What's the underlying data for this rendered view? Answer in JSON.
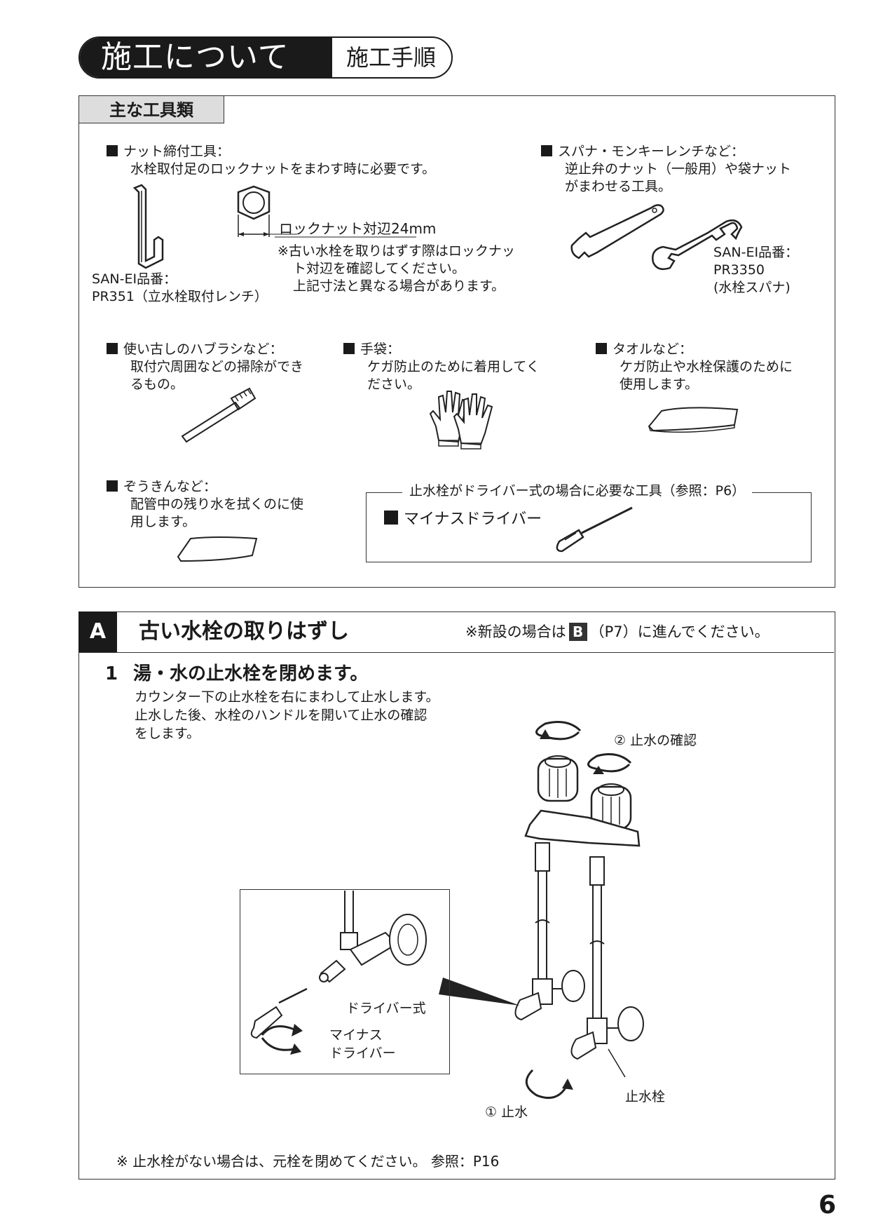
{
  "header": {
    "title": "施工について",
    "subtitle": "施工手順"
  },
  "tools": {
    "tab_label": "主な工具類",
    "nut_tool": {
      "title": "ナット締付工具：",
      "desc": "水栓取付足のロックナットをまわす時に必要です。",
      "san_ei_label": "SAN-EI品番：",
      "model": "PR351（立水栓取付レンチ）",
      "locknut_size": "ロックナット対辺24mm",
      "note_line1": "※古い水栓を取りはずす際はロックナッ",
      "note_line2": "ト対辺を確認してください。",
      "note_line3": "上記寸法と異なる場合があります。"
    },
    "spanner": {
      "title": "スパナ・モンキーレンチなど：",
      "desc_line1": "逆止弁のナット（一般用）や袋ナット",
      "desc_line2": "がまわせる工具。",
      "san_ei_label": "SAN-EI品番：",
      "model": "PR3350",
      "model_desc": "(水栓スパナ)"
    },
    "brush": {
      "title": "使い古しのハブラシなど：",
      "desc_line1": "取付穴周囲などの掃除ができ",
      "desc_line2": "るもの。"
    },
    "gloves": {
      "title": "手袋：",
      "desc_line1": "ケガ防止のために着用してく",
      "desc_line2": "ださい。"
    },
    "towel": {
      "title": "タオルなど：",
      "desc_line1": "ケガ防止や水栓保護のために",
      "desc_line2": "使用します。"
    },
    "rag": {
      "title": "ぞうきんなど：",
      "desc_line1": "配管中の残り水を拭くのに使",
      "desc_line2": "用します。"
    },
    "driver_box": {
      "legend": "止水栓がドライバー式の場合に必要な工具（参照：P6）",
      "item": "マイナスドライバー"
    }
  },
  "section_a": {
    "badge": "A",
    "title": "古い水栓の取りはずし",
    "note_prefix": "※新設の場合は",
    "note_badge": "B",
    "note_suffix": "（P7）に進んでください。",
    "step_number": "1",
    "step_title": "湯・水の止水栓を閉めます。",
    "step_line1": "カウンター下の止水栓を右にまわして止水します。",
    "step_line2": "止水した後、水栓のハンドルを開いて止水の確認",
    "step_line3": "をします。",
    "label_confirm": "② 止水の確認",
    "label_stop": "① 止水",
    "label_valve": "止水栓",
    "label_driver_type": "ドライバー式",
    "label_minus1": "マイナス",
    "label_minus2": "ドライバー",
    "footnote": "※ 止水栓がない場合は、元栓を閉めてください。 参照：P16"
  },
  "page_number": "6"
}
